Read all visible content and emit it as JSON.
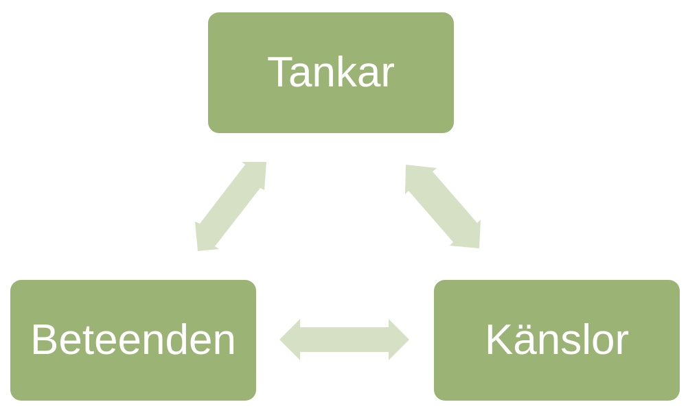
{
  "colors": {
    "node_fill": "#9bb375",
    "arrow_fill": "#d5e0c4",
    "text": "#ffffff",
    "background": "#ffffff"
  },
  "nodes": {
    "top": {
      "label": "Tankar"
    },
    "left": {
      "label": "Beteenden"
    },
    "right": {
      "label": "Känslor"
    }
  }
}
